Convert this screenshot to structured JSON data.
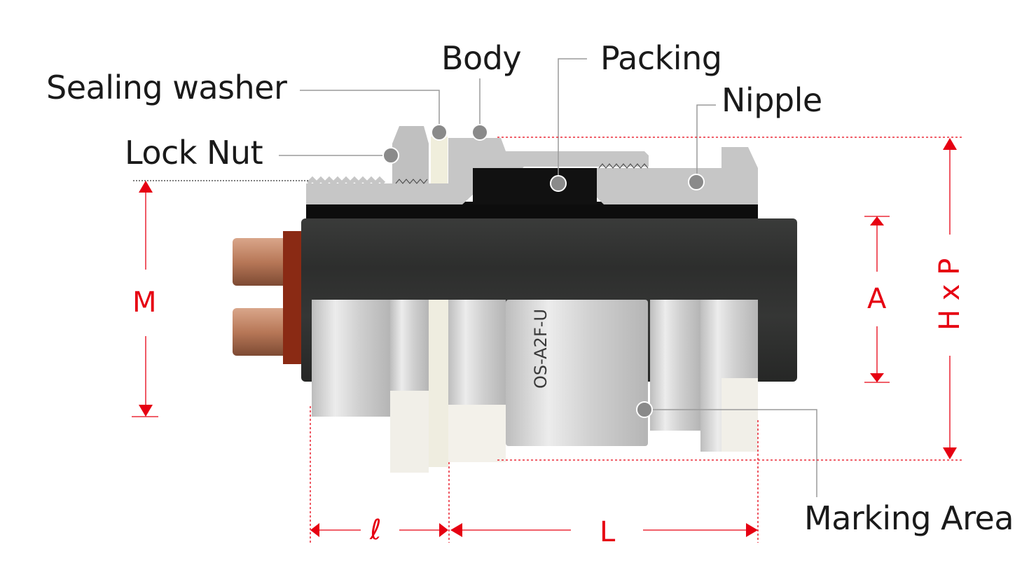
{
  "labels": {
    "body": "Body",
    "packing": "Packing",
    "nipple": "Nipple",
    "sealing_washer": "Sealing washer",
    "lock_nut": "Lock Nut",
    "marking_area": "Marking Area"
  },
  "dimensions": {
    "m": "M",
    "a": "A",
    "hxp": "H x P",
    "l_small": "ℓ",
    "l_large": "L"
  },
  "marking_text": "OS-A2F-U",
  "colors": {
    "dimension": "#e60012",
    "leader": "#9a9a9a",
    "section": "#c6c6c6",
    "cable": "#2e2f2e",
    "copper": "#b87858"
  }
}
